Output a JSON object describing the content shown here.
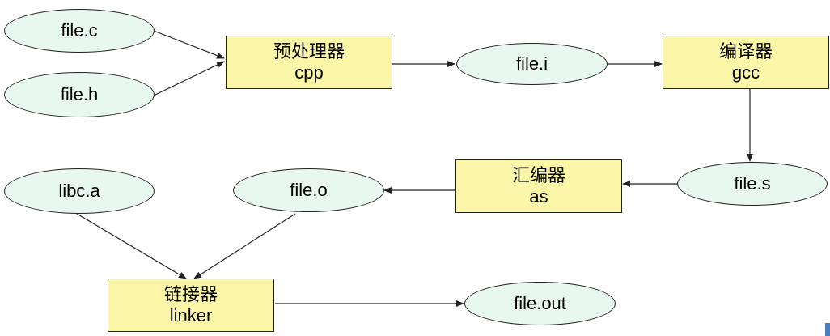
{
  "nodes": {
    "file_c": "file.c",
    "file_h": "file.h",
    "cpp": {
      "zh": "预处理器",
      "en": "cpp"
    },
    "file_i": "file.i",
    "gcc": {
      "zh": "编译器",
      "en": "gcc"
    },
    "file_s": "file.s",
    "as": {
      "zh": "汇编器",
      "en": "as"
    },
    "file_o": "file.o",
    "libc_a": "libc.a",
    "linker": {
      "zh": "链接器",
      "en": "linker"
    },
    "file_out": "file.out"
  },
  "colors": {
    "ellipse_fill": "#e8f8f0",
    "box_fill": "#fcf6a8",
    "stroke": "#222222"
  }
}
